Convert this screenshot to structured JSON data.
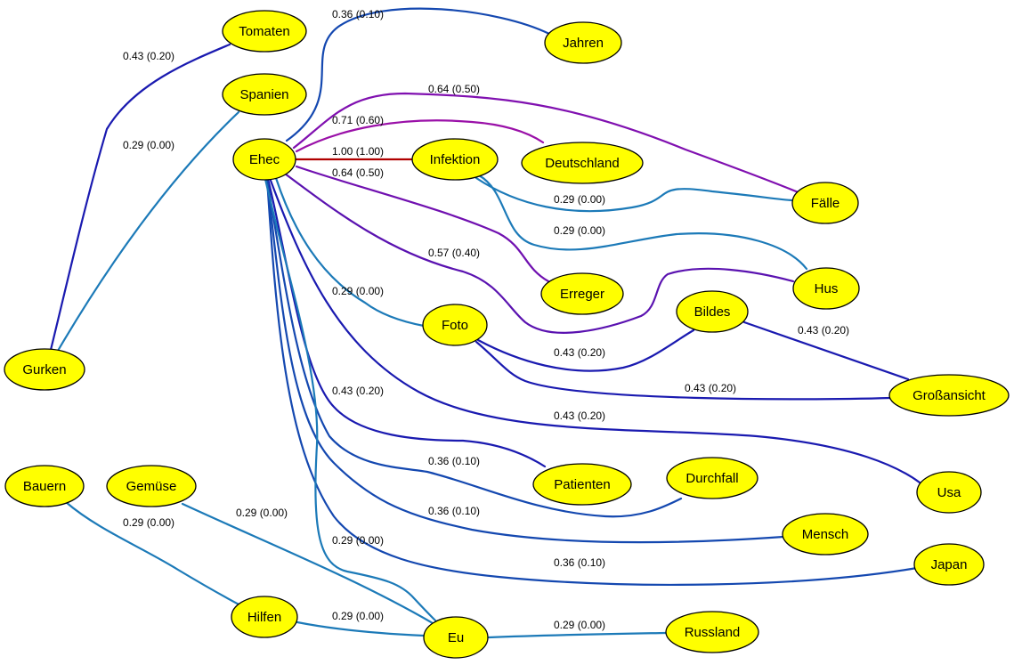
{
  "nodes": {
    "tomaten": "Tomaten",
    "spanien": "Spanien",
    "ehec": "Ehec",
    "gurken": "Gurken",
    "jahren": "Jahren",
    "infektion": "Infektion",
    "deutschland": "Deutschland",
    "faelle": "Fälle",
    "erreger": "Erreger",
    "hus": "Hus",
    "foto": "Foto",
    "bildes": "Bildes",
    "grossansicht": "Großansicht",
    "patienten": "Patienten",
    "durchfall": "Durchfall",
    "usa": "Usa",
    "mensch": "Mensch",
    "japan": "Japan",
    "bauern": "Bauern",
    "gemuese": "Gemüse",
    "hilfen": "Hilfen",
    "eu": "Eu",
    "russland": "Russland"
  },
  "edges": [
    {
      "id": "gurken-tomaten",
      "label": "0.43 (0.20)",
      "color": "#1a1ab0"
    },
    {
      "id": "gurken-spanien",
      "label": "0.29 (0.00)",
      "color": "#1c7ab8"
    },
    {
      "id": "ehec-jahren",
      "label": "0.36 (0.10)",
      "color": "#1448b0"
    },
    {
      "id": "ehec-faelle",
      "label": "0.64 (0.50)",
      "color": "#8010b0"
    },
    {
      "id": "ehec-deutschland",
      "label": "0.71 (0.60)",
      "color": "#9a10a8"
    },
    {
      "id": "ehec-infektion",
      "label": "1.00 (1.00)",
      "color": "#b00000"
    },
    {
      "id": "ehec-erreger",
      "label": "0.64 (0.50)",
      "color": "#7010b0"
    },
    {
      "id": "infektion-faelle",
      "label": "0.29 (0.00)",
      "color": "#1c7ab8"
    },
    {
      "id": "infektion-hus",
      "label": "0.29 (0.00)",
      "color": "#1c7ab8"
    },
    {
      "id": "ehec-hus",
      "label": "0.57 (0.40)",
      "color": "#5a12b0"
    },
    {
      "id": "ehec-foto",
      "label": "0.29 (0.00)",
      "color": "#1c7ab8"
    },
    {
      "id": "foto-bildes",
      "label": "0.43 (0.20)",
      "color": "#1a1ab0"
    },
    {
      "id": "bildes-grossansicht",
      "label": "0.43 (0.20)",
      "color": "#1a1ab0"
    },
    {
      "id": "foto-grossansicht",
      "label": "0.43 (0.20)",
      "color": "#1a1ab0"
    },
    {
      "id": "ehec-usa",
      "label": "0.43 (0.20)",
      "color": "#1a1ab0"
    },
    {
      "id": "ehec-patienten",
      "label": "0.43 (0.20)",
      "color": "#1a1ab0"
    },
    {
      "id": "ehec-durchfall",
      "label": "0.36 (0.10)",
      "color": "#1448b0"
    },
    {
      "id": "ehec-mensch",
      "label": "0.36 (0.10)",
      "color": "#1448b0"
    },
    {
      "id": "ehec-japan",
      "label": "0.36 (0.10)",
      "color": "#1448b0"
    },
    {
      "id": "ehec-eu",
      "label": "0.29 (0.00)",
      "color": "#1c7ab8"
    },
    {
      "id": "bauern-hilfen",
      "label": "0.29 (0.00)",
      "color": "#1c7ab8"
    },
    {
      "id": "gemuese-eu",
      "label": "0.29 (0.00)",
      "color": "#1c7ab8"
    },
    {
      "id": "hilfen-eu",
      "label": "0.29 (0.00)",
      "color": "#1c7ab8"
    },
    {
      "id": "eu-russland",
      "label": "0.29 (0.00)",
      "color": "#1c7ab8"
    }
  ]
}
